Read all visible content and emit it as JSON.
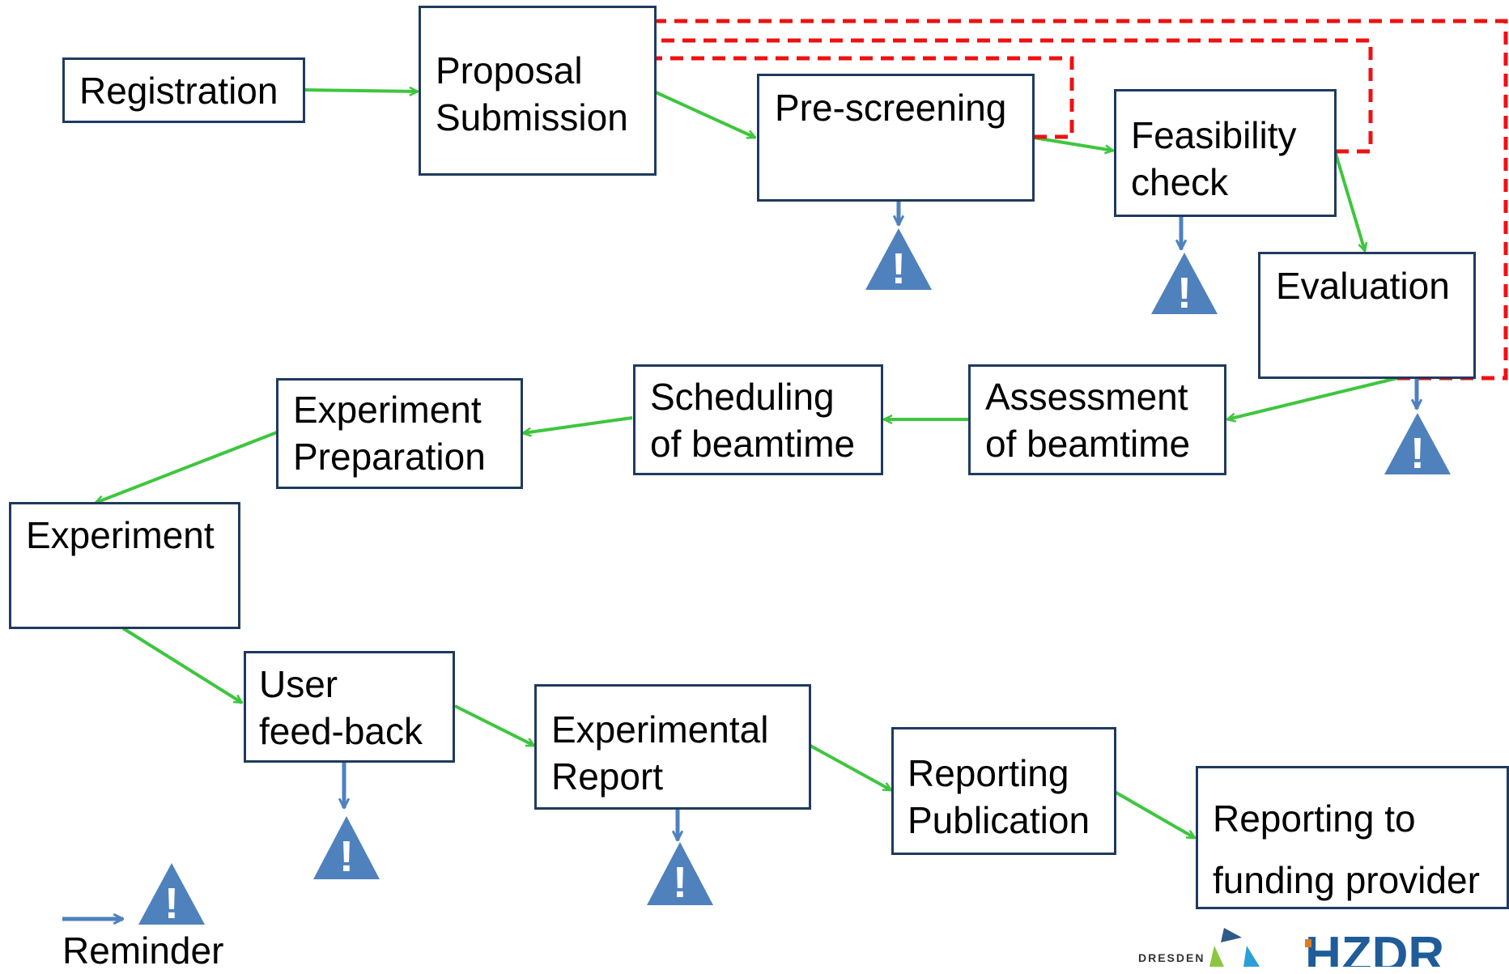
{
  "colors": {
    "box_border": "#1f3a5f",
    "flow_arrow": "#3ec63e",
    "feedback_arrow": "#ee1111",
    "reminder": "#4f81bd",
    "text": "#000000"
  },
  "nodes": {
    "registration": {
      "lines": [
        "Registration"
      ]
    },
    "proposal_submission": {
      "lines": [
        "Proposal",
        "Submission"
      ]
    },
    "pre_screening": {
      "lines": [
        "Pre-screening"
      ]
    },
    "feasibility_check": {
      "lines": [
        "Feasibility",
        "check"
      ]
    },
    "evaluation": {
      "lines": [
        "Evaluation"
      ]
    },
    "assessment_of_beamtime": {
      "lines": [
        "Assessment",
        "of beamtime"
      ]
    },
    "scheduling_of_beamtime": {
      "lines": [
        "Scheduling",
        "of beamtime"
      ]
    },
    "experiment_preparation": {
      "lines": [
        "Experiment",
        "Preparation"
      ]
    },
    "experiment": {
      "lines": [
        "Experiment"
      ]
    },
    "user_feedback": {
      "lines": [
        "User",
        "feed-back"
      ]
    },
    "experimental_report": {
      "lines": [
        "Experimental",
        "Report"
      ]
    },
    "reporting_publication": {
      "lines": [
        "Reporting",
        "Publication"
      ]
    },
    "reporting_to_funding_provider": {
      "lines": [
        "Reporting to",
        "funding provider"
      ]
    }
  },
  "flow_edges": [
    [
      "registration",
      "proposal_submission"
    ],
    [
      "proposal_submission",
      "pre_screening"
    ],
    [
      "pre_screening",
      "feasibility_check"
    ],
    [
      "feasibility_check",
      "evaluation"
    ],
    [
      "evaluation",
      "assessment_of_beamtime"
    ],
    [
      "assessment_of_beamtime",
      "scheduling_of_beamtime"
    ],
    [
      "scheduling_of_beamtime",
      "experiment_preparation"
    ],
    [
      "experiment_preparation",
      "experiment"
    ],
    [
      "experiment",
      "user_feedback"
    ],
    [
      "user_feedback",
      "experimental_report"
    ],
    [
      "experimental_report",
      "reporting_publication"
    ],
    [
      "reporting_publication",
      "reporting_to_funding_provider"
    ]
  ],
  "feedback_edges": [
    [
      "pre_screening",
      "proposal_submission"
    ],
    [
      "feasibility_check",
      "proposal_submission"
    ],
    [
      "evaluation",
      "proposal_submission"
    ]
  ],
  "reminders": [
    "pre_screening",
    "feasibility_check",
    "evaluation",
    "user_feedback",
    "experimental_report"
  ],
  "legend": {
    "label": "Reminder",
    "symbol": "!"
  },
  "logo": {
    "text_dresden": "DRESDEN",
    "text_hzdr": "HZDR"
  }
}
